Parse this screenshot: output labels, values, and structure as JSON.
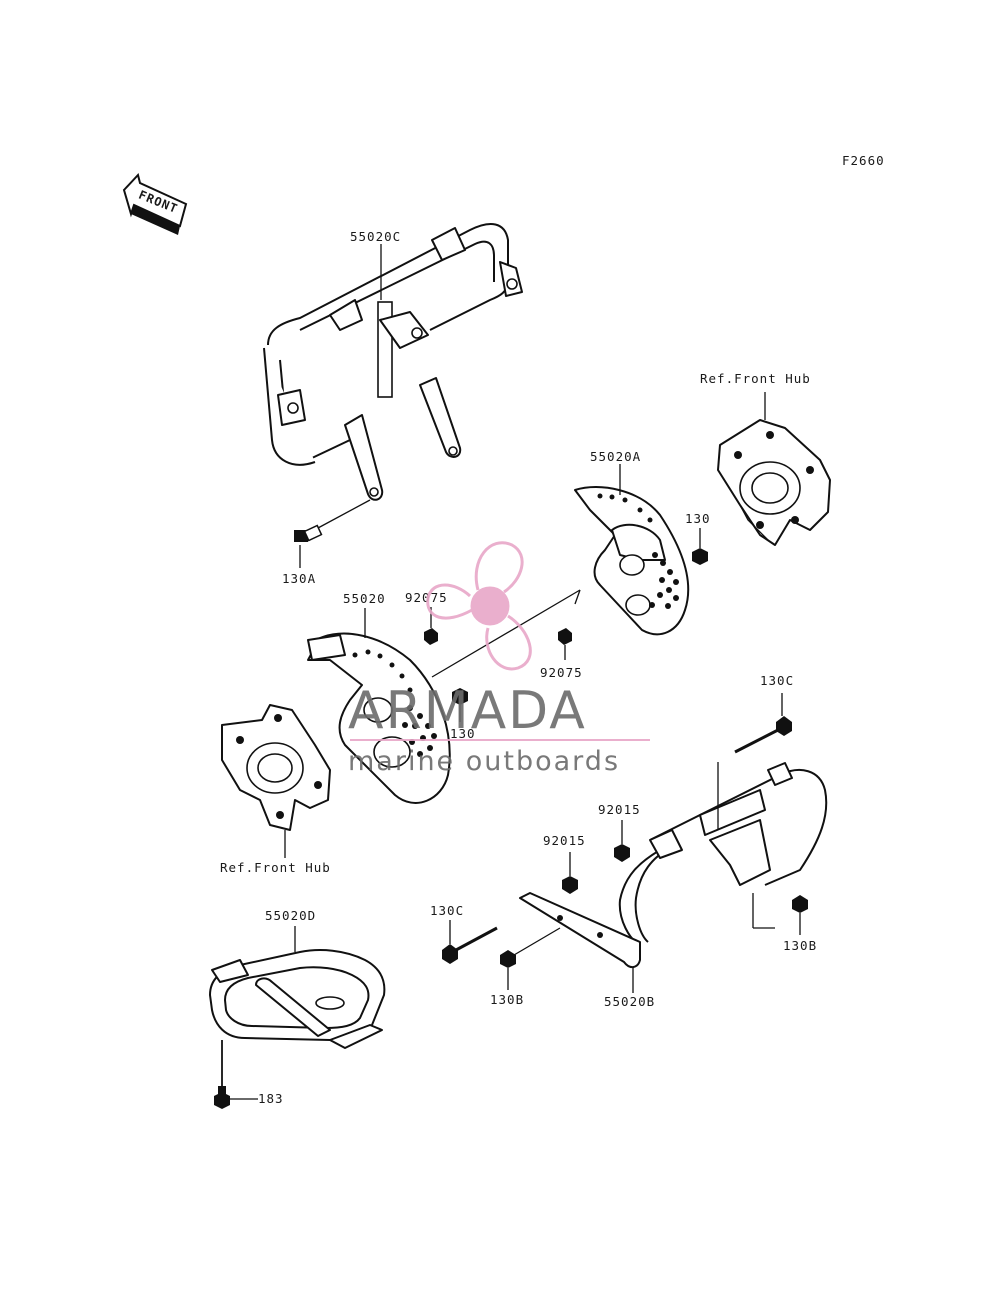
{
  "figure_code": "F2660",
  "front_arrow_label": "FRONT",
  "labels": {
    "guard_front_upper": "55020C",
    "ref_front_hub_right": "Ref.Front Hub",
    "plate_right": "55020A",
    "bolt_130_right": "130",
    "bolt_130A": "130A",
    "plate_left": "55020",
    "washer_92075_upper": "92075",
    "washer_92075_lower": "92075",
    "bolt_130_left": "130",
    "ref_front_hub_left": "Ref.Front Hub",
    "bolt_130C_right": "130C",
    "nut_92015_right": "92015",
    "nut_92015_left": "92015",
    "guard_lower_left": "55020D",
    "bolt_130C_left": "130C",
    "bolt_130B_left": "130B",
    "guard_lower_right": "55020B",
    "bolt_130B_right": "130B",
    "bolt_183": "183"
  },
  "watermark": {
    "brand": "ARMADA",
    "tagline": "marine outboards",
    "logo_color": "#e8a7c8",
    "text_color": "#6b6b6b"
  }
}
